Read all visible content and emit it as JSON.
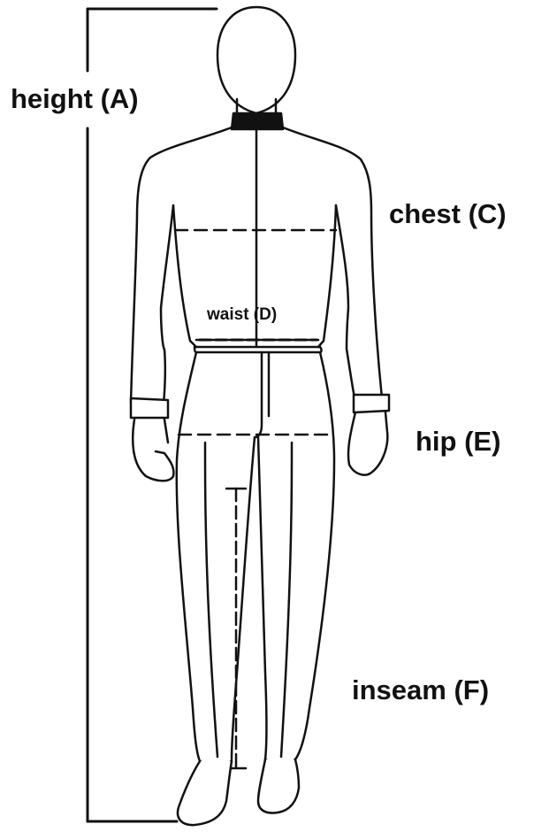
{
  "labels": {
    "height": "height (A)",
    "chest": "chest (C)",
    "waist": "waist (D)",
    "hip": "hip (E)",
    "inseam": "inseam (F)"
  },
  "colors": {
    "ink": "#111111",
    "background": "#ffffff"
  }
}
